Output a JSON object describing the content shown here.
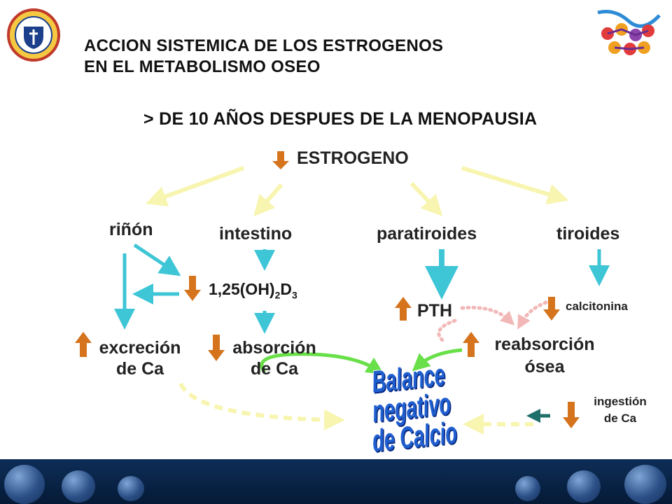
{
  "slide": {
    "title_line1": "ACCION SISTEMICA DE LOS ESTROGENOS",
    "title_line2": "EN EL METABOLISMO OSEO",
    "subtitle": "> DE 10 AÑOS DESPUES DE LA MENOPAUSIA"
  },
  "nodes": {
    "estrogeno": "ESTROGENO",
    "rinon": "riñón",
    "intestino": "intestino",
    "paratiroides": "paratiroides",
    "tiroides": "tiroides",
    "vitamin_d_base": "1,25(OH)",
    "vitamin_d_sub1": "2",
    "vitamin_d_d": "D",
    "vitamin_d_sub2": "3",
    "pth": "PTH",
    "calcitonina": "calcitonina",
    "excrecion_line1": "excreción",
    "excrecion_line2": "de Ca",
    "absorcion_line1": "absorción",
    "absorcion_line2": "de Ca",
    "reabsorcion_line1": "reabsorción",
    "reabsorcion_line2": "ósea",
    "ingestion_line1": "ingestión",
    "ingestion_line2": "de Ca",
    "balance_line1": "Balance negativo",
    "balance_line2": "de Calcio"
  },
  "colors": {
    "cyan_arrow": "#3ec6d6",
    "down_up_arrow": "#d5741d",
    "yellow_arrow": "#f7f5b0",
    "green_arrow": "#69e04a",
    "pink_dotted": "#f2b8b8",
    "teal_arrow": "#1f6f6a",
    "bottom_band": "#0d2d57",
    "balance_text": "#1f5fd0"
  }
}
